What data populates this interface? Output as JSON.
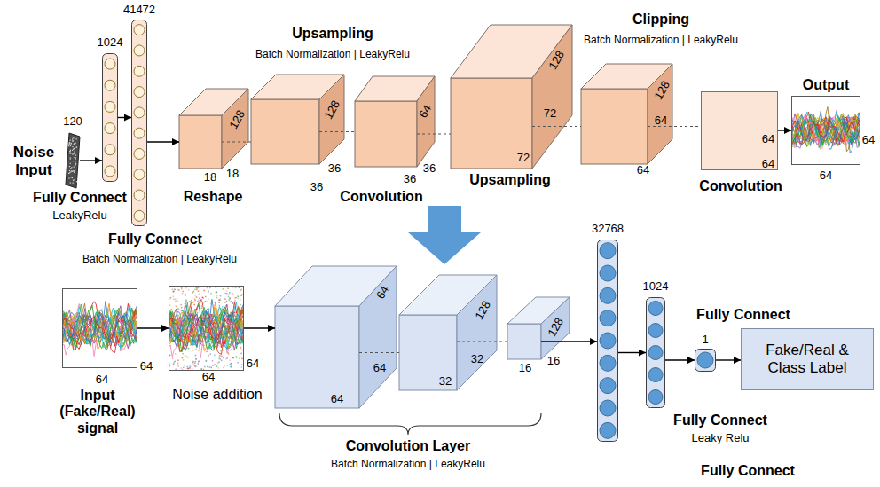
{
  "diagram": {
    "nodes": [
      {
        "text": [
          "120",
          "Noise Input"
        ]
      },
      {
        "text": [
          "1024",
          "Fully Connect",
          "LeakyRelu"
        ]
      },
      {
        "text": [
          "41472",
          "Fully Connect",
          "Batch Normalization | LeakyRelu"
        ]
      },
      {
        "text": [
          "128",
          "18",
          "18",
          "Reshape"
        ]
      },
      {
        "text": [
          "Upsampling",
          "Batch Normalization | LeakyRelu",
          "128",
          "36",
          "36"
        ]
      },
      {
        "text": [
          "64",
          "36",
          "36",
          "Convolution"
        ]
      },
      {
        "text": [
          "128",
          "72",
          "72",
          "Upsampling"
        ]
      },
      {
        "text": [
          "Clipping",
          "Batch Normalization | LeakyRelu",
          "128",
          "64",
          "64"
        ]
      },
      {
        "text": [
          "64",
          "64",
          "Convolution"
        ]
      },
      {
        "text": [
          "Output",
          "64",
          "64"
        ]
      },
      {
        "text": [
          "64",
          "64",
          "Input (Fake/Real) signal"
        ]
      },
      {
        "text": [
          "64",
          "64",
          "Noise addition"
        ]
      },
      {
        "text": [
          "64",
          "64",
          "64"
        ]
      },
      {
        "text": [
          "128",
          "32",
          "32"
        ]
      },
      {
        "text": [
          "128",
          "16",
          "16"
        ]
      },
      {
        "text": [
          "32768",
          "Fully Connect"
        ]
      },
      {
        "text": [
          "1024",
          "Fully Connect",
          "Leaky Relu"
        ]
      },
      {
        "text": [
          "Fully Connect",
          "1"
        ]
      },
      {
        "text": [
          "Fake/Real & Class Label"
        ]
      }
    ],
    "edges": [
      {
        "from": 0,
        "to": 1,
        "arrow": "to"
      },
      {
        "from": 1,
        "to": 2,
        "arrow": "to"
      },
      {
        "from": 2,
        "to": 3,
        "arrow": "to"
      },
      {
        "from": 3,
        "to": 4,
        "arrow": "none"
      },
      {
        "from": 4,
        "to": 5,
        "arrow": "none"
      },
      {
        "from": 5,
        "to": 6,
        "arrow": "none"
      },
      {
        "from": 6,
        "to": 7,
        "arrow": "none"
      },
      {
        "from": 7,
        "to": 8,
        "arrow": "none"
      },
      {
        "from": 8,
        "to": 9,
        "arrow": "to"
      },
      {
        "from": 10,
        "to": 11,
        "arrow": "to"
      },
      {
        "from": 11,
        "to": 12,
        "arrow": "to"
      },
      {
        "from": 12,
        "to": 13,
        "arrow": "none"
      },
      {
        "from": 13,
        "to": 14,
        "arrow": "none"
      },
      {
        "from": 14,
        "to": 15,
        "arrow": "to"
      },
      {
        "from": 15,
        "to": 16,
        "arrow": "to"
      },
      {
        "from": 16,
        "to": 17,
        "arrow": "to"
      },
      {
        "from": 17,
        "to": 18,
        "arrow": "to"
      }
    ],
    "labels": [
      "Convolution Layer",
      "Batch Normalization | LeakyRelu"
    ]
  }
}
